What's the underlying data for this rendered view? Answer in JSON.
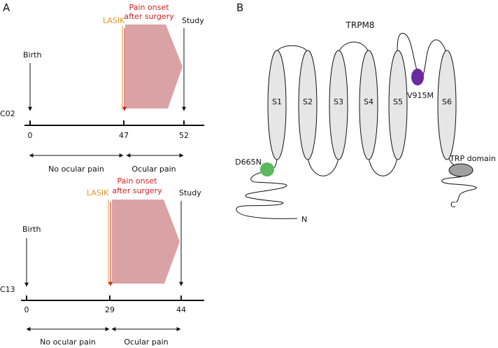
{
  "panel_a": {
    "label": "A",
    "c02": {
      "patient": "C02",
      "birth_label": "Birth",
      "lasik_label": "LASIK",
      "onset_line1": "Pain onset",
      "onset_line2": "after surgery",
      "study_label": "Study",
      "ticks": [
        "0",
        "47",
        "52"
      ],
      "no_pain_label": "No ocular pain",
      "pain_label": "Ocular pain"
    },
    "c13": {
      "patient": "C13",
      "birth_label": "Birth",
      "lasik_label": "LASIK",
      "onset_line1": "Pain onset",
      "onset_line2": "after surgery",
      "study_label": "Study",
      "ticks": [
        "0",
        "29",
        "44"
      ],
      "no_pain_label": "No ocular pain",
      "pain_label": "Ocular pain"
    }
  },
  "panel_b": {
    "label": "B",
    "title": "TRPM8",
    "segments": [
      "S1",
      "S2",
      "S3",
      "S4",
      "S5",
      "S6"
    ],
    "mutation_n": "D665N",
    "mutation_pore": "V915M",
    "trp_domain": "TRP domain",
    "n_terminus": "N",
    "c_terminus": "C"
  },
  "colors": {
    "pain_region": "#d9a3a6",
    "lasik_line": "#e0952a",
    "onset_marker": "#cc2020",
    "segment_fill": "#e6e6e6",
    "d665n": "#5cb85c",
    "v915m": "#6a2aa0",
    "trp_domain": "#a0a0a0"
  }
}
